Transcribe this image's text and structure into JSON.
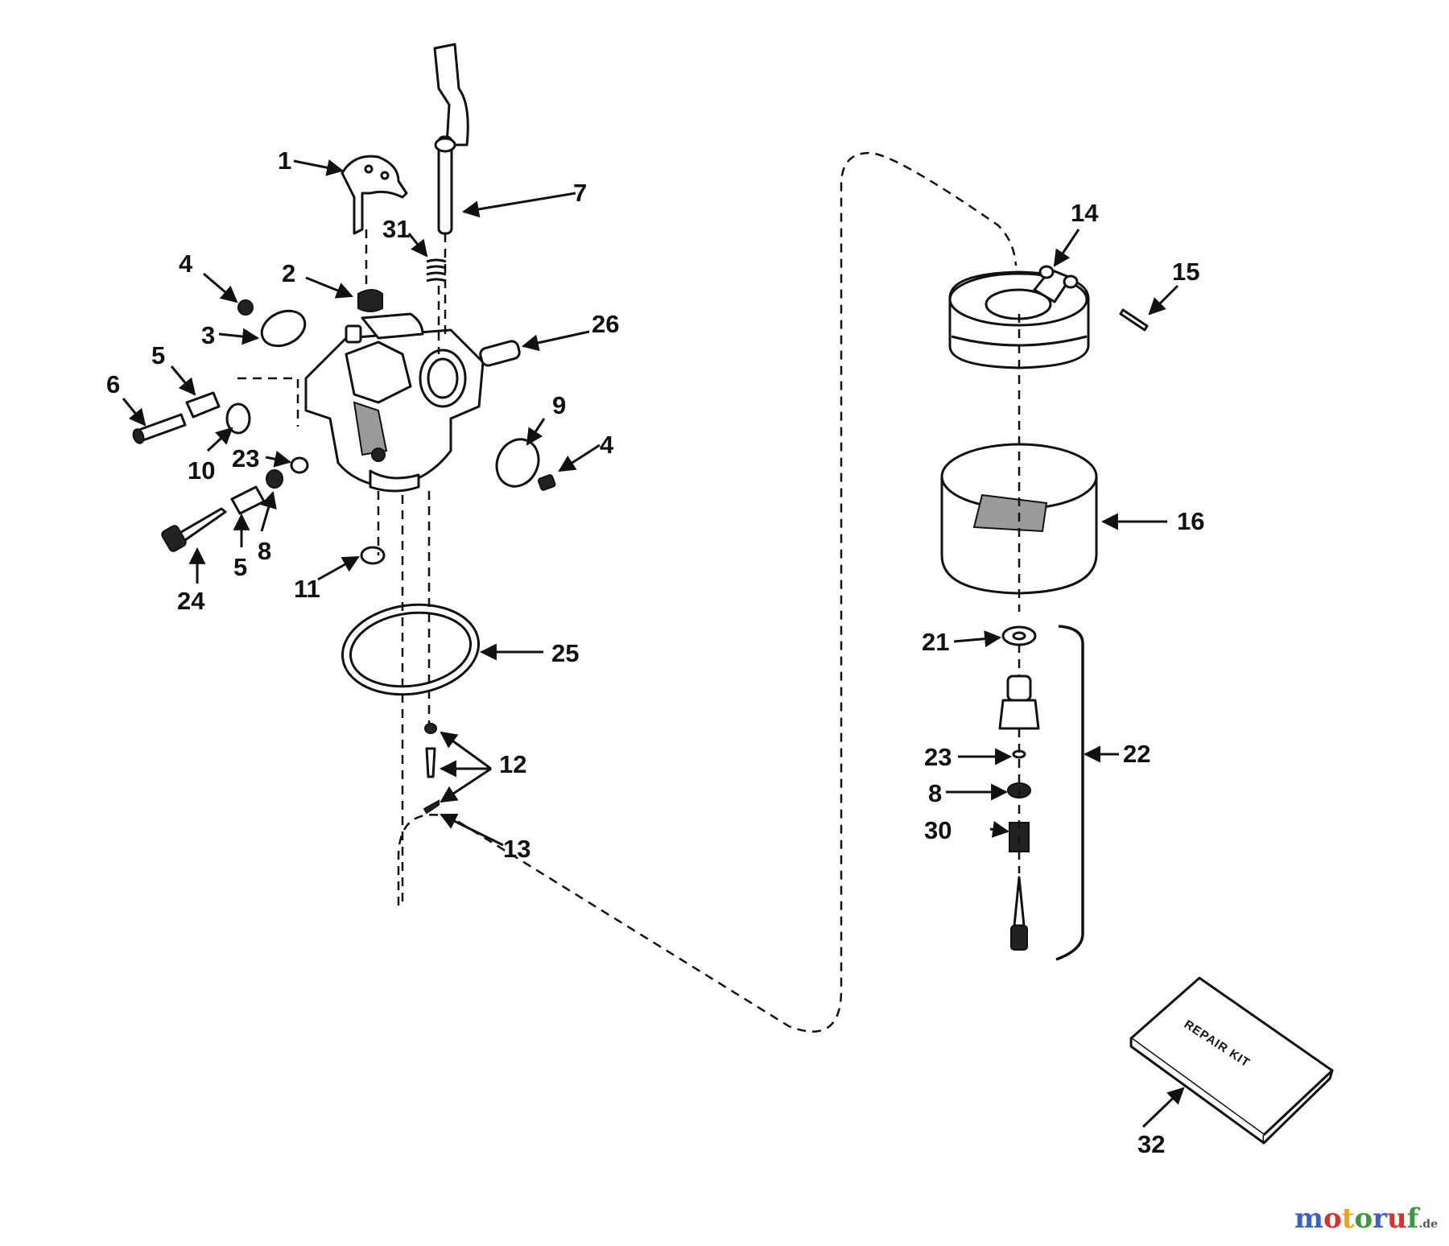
{
  "labels": {
    "n1": "1",
    "n2": "2",
    "n3": "3",
    "n4a": "4",
    "n4b": "4",
    "n5a": "5",
    "n5b": "5",
    "n6": "6",
    "n7": "7",
    "n8a": "8",
    "n8b": "8",
    "n9": "9",
    "n10": "10",
    "n11": "11",
    "n12": "12",
    "n13": "13",
    "n14": "14",
    "n15": "15",
    "n16": "16",
    "n21": "21",
    "n22": "22",
    "n23a": "23",
    "n23b": "23",
    "n24": "24",
    "n25": "25",
    "n26": "26",
    "n30": "30",
    "n31": "31",
    "n32": "32"
  },
  "repair_kit_text": "REPAIR KIT",
  "watermark": "motoruf.de"
}
